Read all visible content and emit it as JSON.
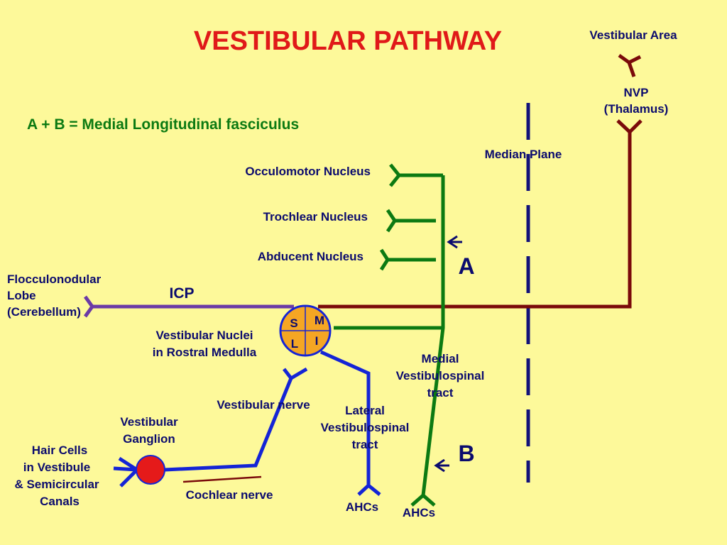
{
  "title": "VESTIBULAR PATHWAY",
  "subtitle": "A + B = Medial Longitudinal fasciculus",
  "labels": {
    "vestibular_area": "Vestibular Area",
    "nvp": "NVP",
    "thalamus": "(Thalamus)",
    "median_plane": "Median Plane",
    "occulomotor": "Occulomotor Nucleus",
    "trochlear": "Trochlear Nucleus",
    "abducent": "Abducent Nucleus",
    "flocculo_1": "Flocculonodular",
    "flocculo_2": "Lobe",
    "flocculo_3": "(Cerebellum)",
    "icp": "ICP",
    "vn_1": "Vestibular Nuclei",
    "vn_2": "in Rostral Medulla",
    "mvst_1": "Medial",
    "mvst_2": "Vestibulospinal",
    "mvst_3": "tract",
    "vestibular_nerve": "Vestibular  nerve",
    "lvst_1": "Lateral",
    "lvst_2": "Vestibulospinal",
    "lvst_3": "tract",
    "ganglion_1": "Vestibular",
    "ganglion_2": "Ganglion",
    "hair_1": "Hair Cells",
    "hair_2": "in Vestibule",
    "hair_3": "& Semicircular",
    "hair_4": "Canals",
    "cochlear": "Cochlear nerve",
    "ahcs_lateral": "AHCs",
    "ahcs_medial": "AHCs",
    "marker_a": "A",
    "marker_b": "B"
  },
  "nuclei_quadrants": {
    "s": "S",
    "m": "M",
    "l": "L",
    "i": "I"
  },
  "colors": {
    "background": "#fdf99a",
    "title": "#e01919",
    "mlf_text": "#0c7a12",
    "label_text": "#0b0b6e",
    "mlf_tract": "#0c7a12",
    "thalamic_tract": "#7a0a0a",
    "vestibular_nerve": "#1424d6",
    "icp_tract": "#6b3aa6",
    "nuclei_fill": "#f5a623",
    "ganglion_fill": "#e51a1a",
    "median_plane": "#12127a"
  }
}
